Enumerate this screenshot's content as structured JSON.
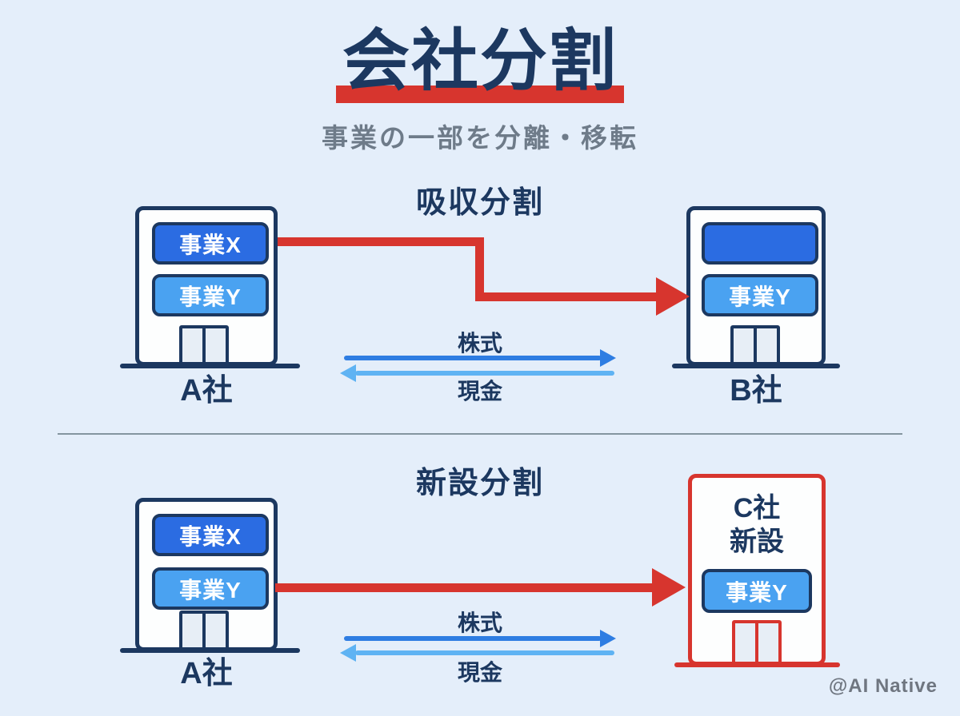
{
  "title": "会社分割",
  "subtitle": "事業の一部を分離・移転",
  "credit": "@AI Native",
  "colors": {
    "background": "#e4eefa",
    "navy": "#1c3860",
    "red": "#d7352e",
    "unit_dark_blue": "#2b6ce2",
    "unit_light_blue": "#4aa2f1",
    "stock_arrow_blue": "#2e7de2",
    "cash_arrow_blue": "#5fb3f3",
    "subtitle_gray": "#6e7b89",
    "divider_gray": "#84959f",
    "credit_gray": "#6f7680",
    "building_white": "#fdfefe",
    "door_panel": "#e7eef6"
  },
  "sections": [
    {
      "heading": "吸収分割",
      "left_building": {
        "label": "A社",
        "units": [
          {
            "label": "事業X",
            "variant": "dark"
          },
          {
            "label": "事業Y",
            "variant": "light"
          }
        ]
      },
      "right_building": {
        "label": "B社",
        "units": [
          {
            "label": "",
            "variant": "dark"
          },
          {
            "label": "事業Y",
            "variant": "light"
          }
        ]
      },
      "stock_label": "株式",
      "cash_label": "現金"
    },
    {
      "heading": "新設分割",
      "left_building": {
        "label": "A社",
        "units": [
          {
            "label": "事業X",
            "variant": "dark"
          },
          {
            "label": "事業Y",
            "variant": "light"
          }
        ]
      },
      "right_building": {
        "name_line1": "C社",
        "name_line2": "新設",
        "units": [
          {
            "label": "事業Y",
            "variant": "light"
          }
        ]
      },
      "stock_label": "株式",
      "cash_label": "現金"
    }
  ]
}
